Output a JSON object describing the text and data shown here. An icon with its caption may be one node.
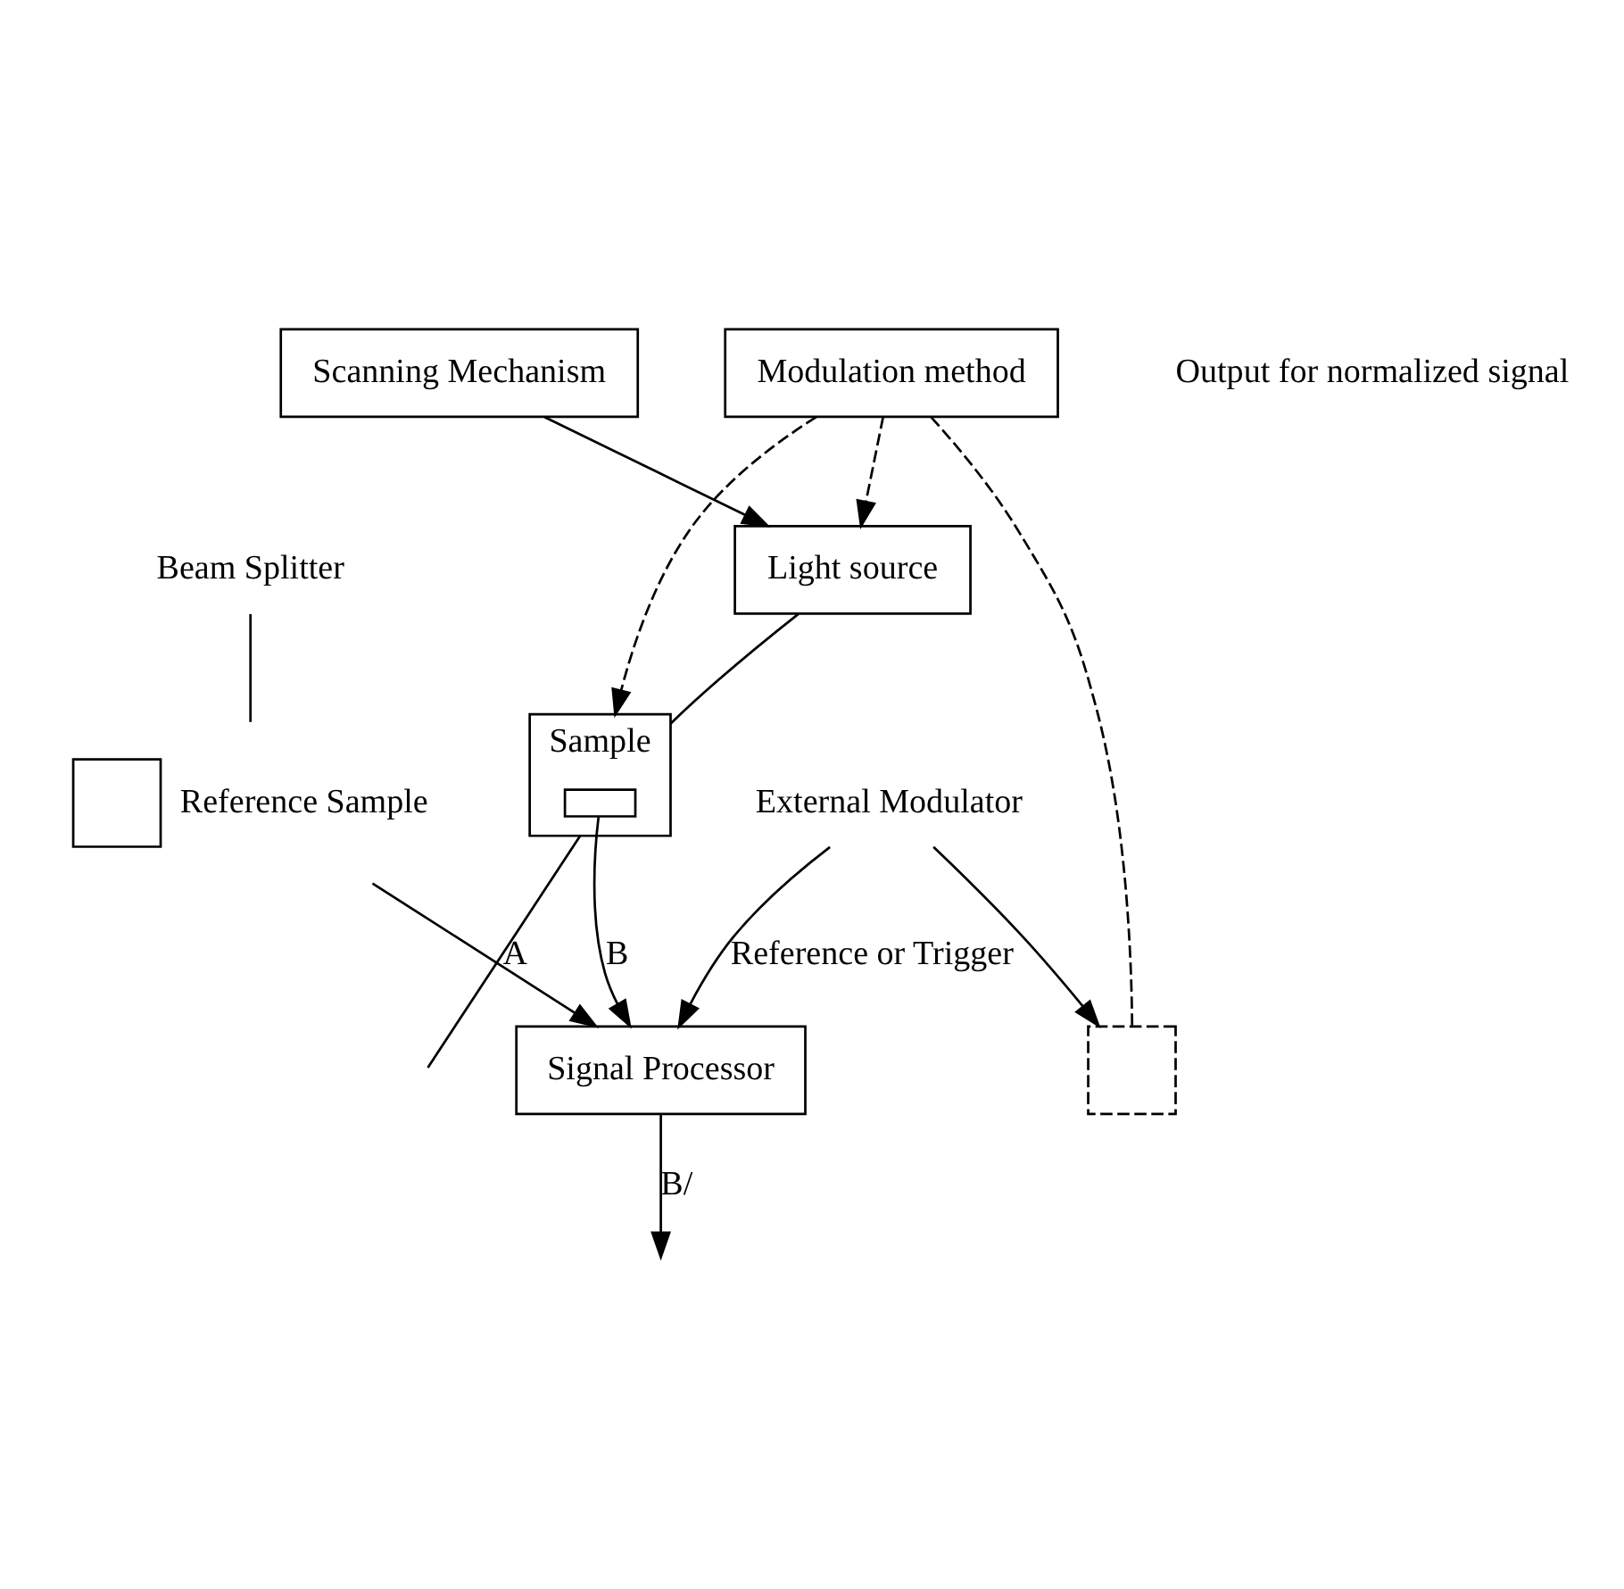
{
  "diagram": {
    "nodes": [
      {
        "text": [
          "Modulation method"
        ]
      },
      {
        "text": [
          "Light source"
        ]
      },
      {
        "text": [],
        "shape": "box"
      },
      {
        "text": [
          "Sample"
        ]
      },
      {
        "text": [],
        "shape": "box",
        "in": 3
      },
      {
        "text": [
          "Scanning Mechanism"
        ]
      },
      {
        "text": [
          "Beam Splitter"
        ]
      },
      {
        "text": [
          "External Modulator"
        ]
      },
      {
        "text": [],
        "shape": "box",
        "beside": [
          "Reference Sample"
        ]
      },
      {
        "text": [
          "Signal Processor"
        ]
      }
    ],
    "edges": [
      {
        "from": 0,
        "to": 1,
        "arrow": "to",
        "style": "dashed"
      },
      {
        "from": 0,
        "to": 2,
        "arrow": "none",
        "style": "dashed"
      },
      {
        "from": 0,
        "to": 3,
        "arrow": "to",
        "style": "dashed"
      },
      {
        "from": 5,
        "to": 1,
        "arrow": "to"
      },
      {
        "from": 7,
        "to": 2,
        "arrow": "to"
      },
      {
        "from": 1,
        "to": 3,
        "arrow": "none"
      },
      {
        "from": 3,
        "to": null,
        "arrow": "none"
      },
      {
        "from": 6,
        "to": 8,
        "arrow": "none"
      },
      {
        "from": 8,
        "to": 9,
        "arrow": "to",
        "label": "A"
      },
      {
        "from": 4,
        "to": 9,
        "arrow": "to",
        "label": "B"
      },
      {
        "from": 7,
        "to": 9,
        "arrow": "to",
        "label": "Reference or Trigger"
      },
      {
        "from": 9,
        "to": null,
        "arrow": "to",
        "label": "B/"
      }
    ],
    "labels": [
      "Output for normalized signal"
    ]
  }
}
